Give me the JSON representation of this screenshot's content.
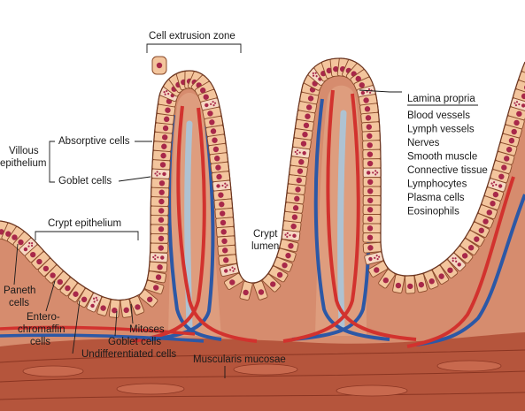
{
  "labels": {
    "cell_extrusion_zone": "Cell extrusion zone",
    "villous_epithelium": [
      "Villous",
      "epithelium"
    ],
    "absorptive_cells": "Absorptive cells",
    "goblet_cells_villus": "Goblet cells",
    "crypt_epithelium": "Crypt epithelium",
    "crypt_lumen": [
      "Crypt",
      "lumen"
    ],
    "paneth_cells": [
      "Paneth",
      "cells"
    ],
    "enterochromaffin_cells": [
      "Entero-",
      "chromaffin",
      "cells"
    ],
    "mitoses": "Mitoses",
    "goblet_cells_crypt": "Goblet cells",
    "undifferentiated_cells": "Undifferentiated cells",
    "muscularis_mucosae": "Muscularis mucosae"
  },
  "lamina_propria": {
    "title": "Lamina propria",
    "components": [
      "Blood vessels",
      "Lymph vessels",
      "Nerves",
      "Smooth muscle",
      "Connective tissue",
      "Lymphocytes",
      "Plasma cells",
      "Eosinophils"
    ]
  },
  "colors": {
    "tissue": "#d68c6e",
    "cell_body": "#f3c59d",
    "cell_outline": "#8a4a2a",
    "nucleus": "#a8284a",
    "muscle": "#b5553c",
    "artery": "#d2322e",
    "vein": "#2c58a6",
    "lymph": "#a8c6dc"
  }
}
